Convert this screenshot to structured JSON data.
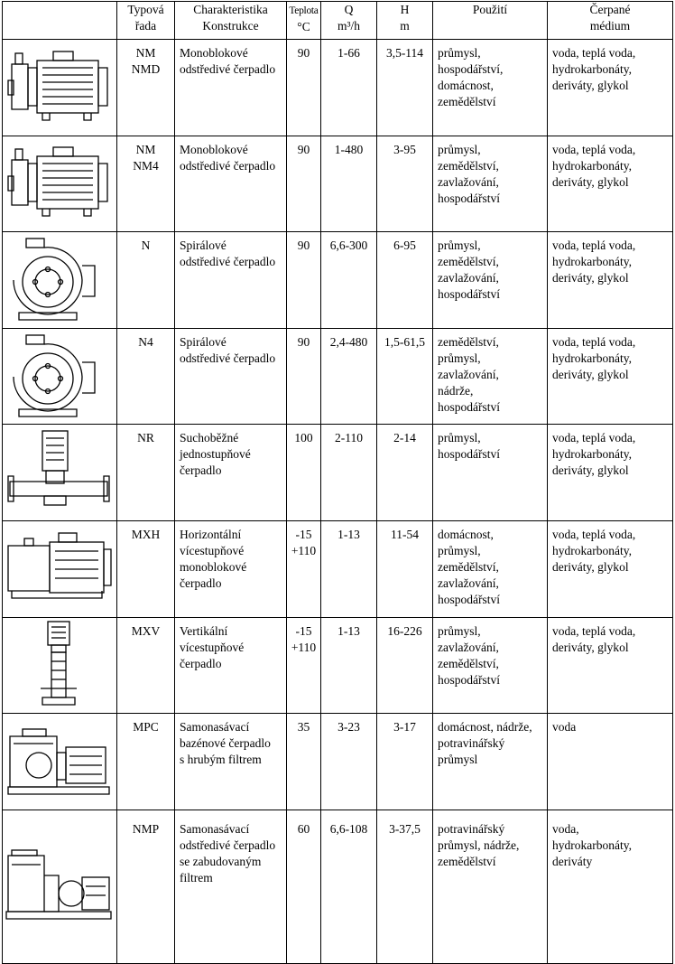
{
  "headers": {
    "series": "Typová\nřada",
    "construction": "Charakteristika\nKonstrukce",
    "temp_top": "Teplota",
    "temp_unit": "°C",
    "q_top": "Q",
    "q_unit": "m³/h",
    "h_top": "H",
    "h_unit": "m",
    "use": "Použití",
    "medium": "Čerpané\nmédium"
  },
  "rows": [
    {
      "image": "monoblock-pump-drawing-icon",
      "series": "NM\nNMD",
      "construction": "Monoblokové\nodstředivé čerpadlo",
      "temp": "90",
      "q": "1-66",
      "h": "3,5-114",
      "use": "průmysl,\nhospodářství,\ndomácnost,\nzemědělství",
      "medium": "voda, teplá voda,\nhydrokarbonáty,\nderiváty, glykol"
    },
    {
      "image": "monoblock-pump-drawing-icon",
      "series": "NM\nNM4",
      "construction": "Monoblokové\nodstředivé čerpadlo",
      "temp": "90",
      "q": "1-480",
      "h": "3-95",
      "use": "průmysl,\nzemědělství,\nzavlažování,\nhospodářství",
      "medium": "voda, teplá voda,\nhydrokarbonáty,\nderiváty, glykol"
    },
    {
      "image": "spiral-pump-drawing-icon",
      "series": "N",
      "construction": "Spirálové\nodstředivé čerpadlo",
      "temp": "90",
      "q": "6,6-300",
      "h": "6-95",
      "use": "průmysl,\nzemědělství,\nzavlažování,\nhospodářství",
      "medium": "voda, teplá voda,\nhydrokarbonáty,\nderiváty, glykol"
    },
    {
      "image": "spiral-pump-drawing-icon",
      "series": "N4",
      "construction": "Spirálové\nodstředivé čerpadlo",
      "temp": "90",
      "q": "2,4-480",
      "h": "1,5-61,5",
      "use": "zemědělství,\nprůmysl,\nzavlažování,\nnádrže,\nhospodářství",
      "medium": "voda, teplá voda,\nhydrokarbonáty,\nderiváty, glykol"
    },
    {
      "image": "inline-pump-drawing-icon",
      "series": "NR",
      "construction": "Suchoběžné\njednostupňové\nčerpadlo",
      "temp": "100",
      "q": "2-110",
      "h": "2-14",
      "use": "průmysl,\nhospodářství",
      "medium": "voda, teplá voda,\nhydrokarbonáty,\nderiváty, glykol"
    },
    {
      "image": "horizontal-multistage-pump-drawing-icon",
      "series": "MXH",
      "construction": "Horizontální\nvícestupňové\nmonoblokové\nčerpadlo",
      "temp": "-15\n+110",
      "q": "1-13",
      "h": "11-54",
      "use": "domácnost,\nprůmysl,\nzemědělství,\nzavlažování,\nhospodářství",
      "medium": "voda, teplá voda,\nhydrokarbonáty,\nderiváty, glykol"
    },
    {
      "image": "vertical-multistage-pump-drawing-icon",
      "series": "MXV",
      "construction": "Vertikální\nvícestupňové\nčerpadlo",
      "temp": "-15\n+110",
      "q": "1-13",
      "h": "16-226",
      "use": "průmysl,\nzavlažování,\nzemědělství,\nhospodářství",
      "medium": "voda, teplá voda,\nderiváty, glykol"
    },
    {
      "image": "pool-pump-drawing-icon",
      "series": "MPC",
      "construction": "Samonasávací\nbazénové čerpadlo\ns hrubým filtrem",
      "temp": "35",
      "q": "3-23",
      "h": "3-17",
      "use": "domácnost, nádrže,\npotravinářský\nprůmysl",
      "medium": "voda"
    },
    {
      "image": "filter-pump-drawing-icon",
      "series": "NMP",
      "construction": "Samonasávací\nodstředivé čerpadlo\nse zabudovaným\nfiltrem",
      "temp": "60",
      "q": "6,6-108",
      "h": "3-37,5",
      "use": "potravinářský\nprůmysl, nádrže,\nzemědělství",
      "medium": "voda,\nhydrokarbonáty,\nderiváty"
    }
  ]
}
